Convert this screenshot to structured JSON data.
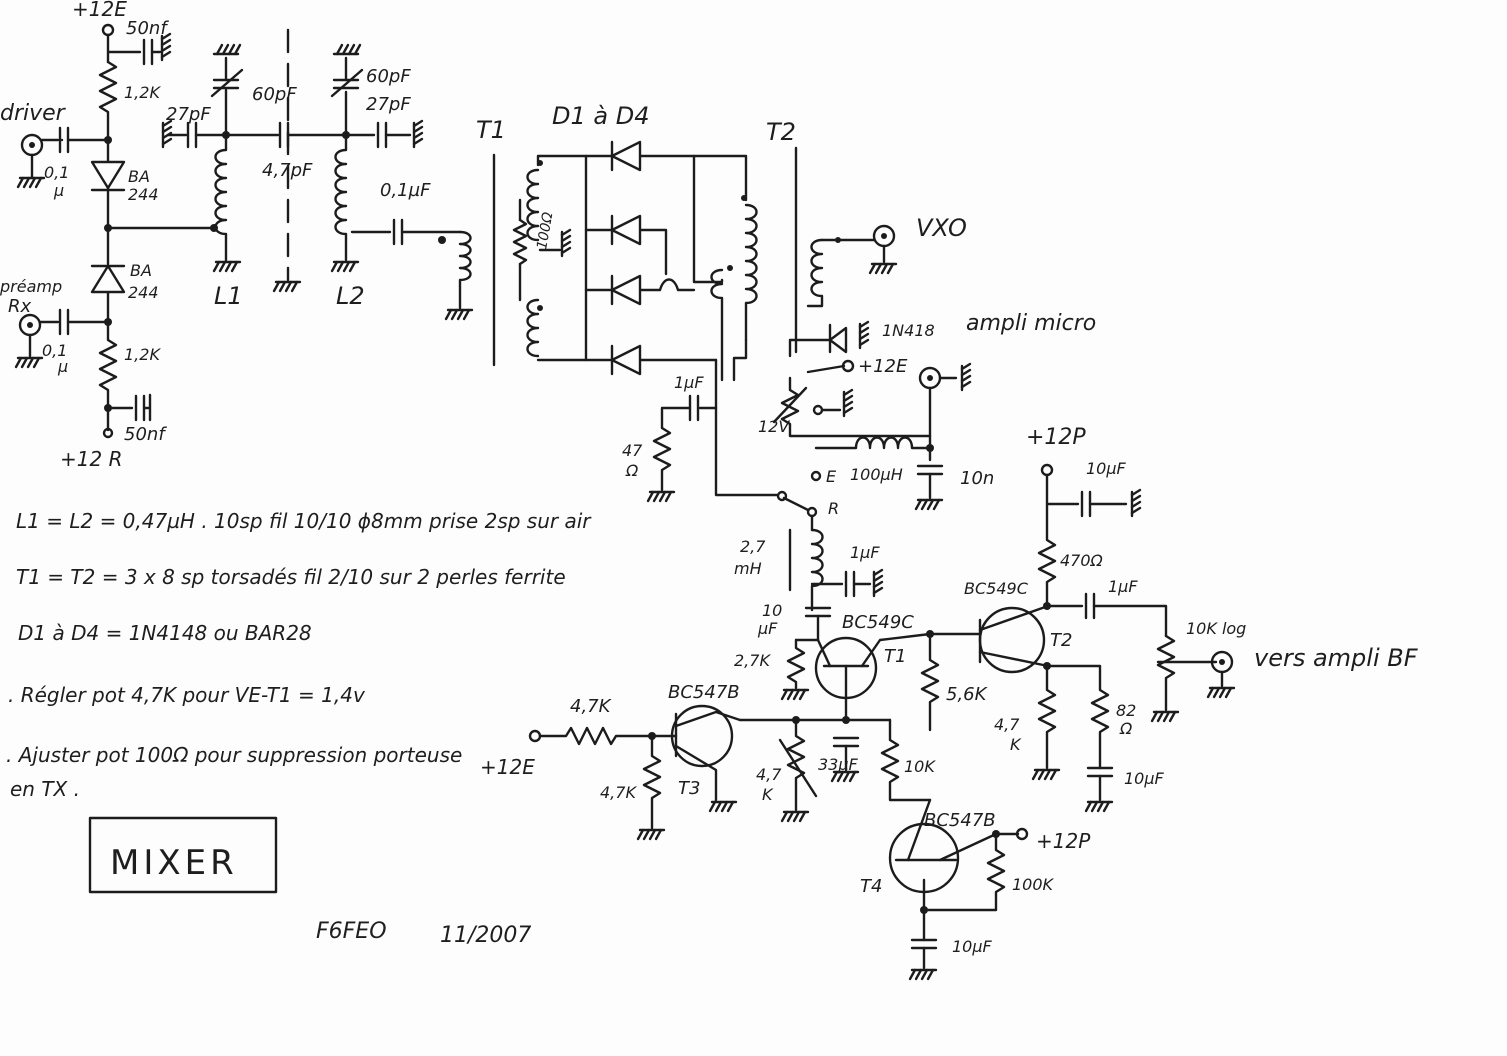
{
  "title": "MIXER",
  "author": "F6FEO",
  "date": "11/2007",
  "labels": {
    "e12_top": "+12E",
    "c50nf_top": "50nf",
    "r1k2_top": "1,2K",
    "driver": "driver",
    "c01_top": "0,1",
    "mu": "µ",
    "ba": "BA",
    "d244": "244",
    "preamp": "préamp",
    "rx": "Rx",
    "r1k2_bottom": "1,2K",
    "c50nf_bottom": "50nf",
    "r12": "+12 R",
    "c27pf": "27pF",
    "c60pf_1": "60pF",
    "c4p7pf": "4,7pF",
    "c60pf_2": "60pF",
    "c01uf": "0,1µF",
    "l1": "L1",
    "l2": "L2",
    "t1": "T1",
    "d1d4": "D1 à D4",
    "t2": "T2",
    "r100": "100Ω",
    "c1uf": "1µF",
    "r47": "47",
    "ohm": "Ω",
    "vxo": "VXO",
    "d1n418": "1N418",
    "e12_mid": "+12E",
    "ampli_micro": "ampli micro",
    "v12": "12V",
    "e": "E",
    "l100uh": "100µH",
    "c10n": "10n",
    "r": "R",
    "l2p7": "2,7",
    "mh": "mH",
    "c10": "10",
    "uf": "µF",
    "bc549c": "BC549C",
    "r2k7": "2,7K",
    "r5k6": "5,6K",
    "c33uf": "33µF",
    "r4k7": "4,7",
    "k": "K",
    "r10k": "10K",
    "bc547b": "BC547B",
    "r4k7_k": "4,7K",
    "t3": "T3",
    "p12": "+12P",
    "r100k": "100K",
    "t4": "T4",
    "c10uf": "10µF",
    "r470": "470Ω",
    "pot10k": "10K log",
    "vers_ampli": "vers ampli BF",
    "r4p7": "4,7",
    "r82": "82"
  },
  "notes": [
    "L1 = L2 = 0,47µH . 10sp fil 10/10 ϕ8mm prise 2sp sur air",
    "T1 = T2 = 3 x 8 sp torsadés fil 2/10 sur 2 perles ferrite",
    "D1 à D4 = 1N4148 ou BAR28",
    ". Régler pot 4,7K pour VE-T1 = 1,4v",
    ". Ajuster pot 100Ω pour suppression porteuse",
    "en TX ."
  ]
}
